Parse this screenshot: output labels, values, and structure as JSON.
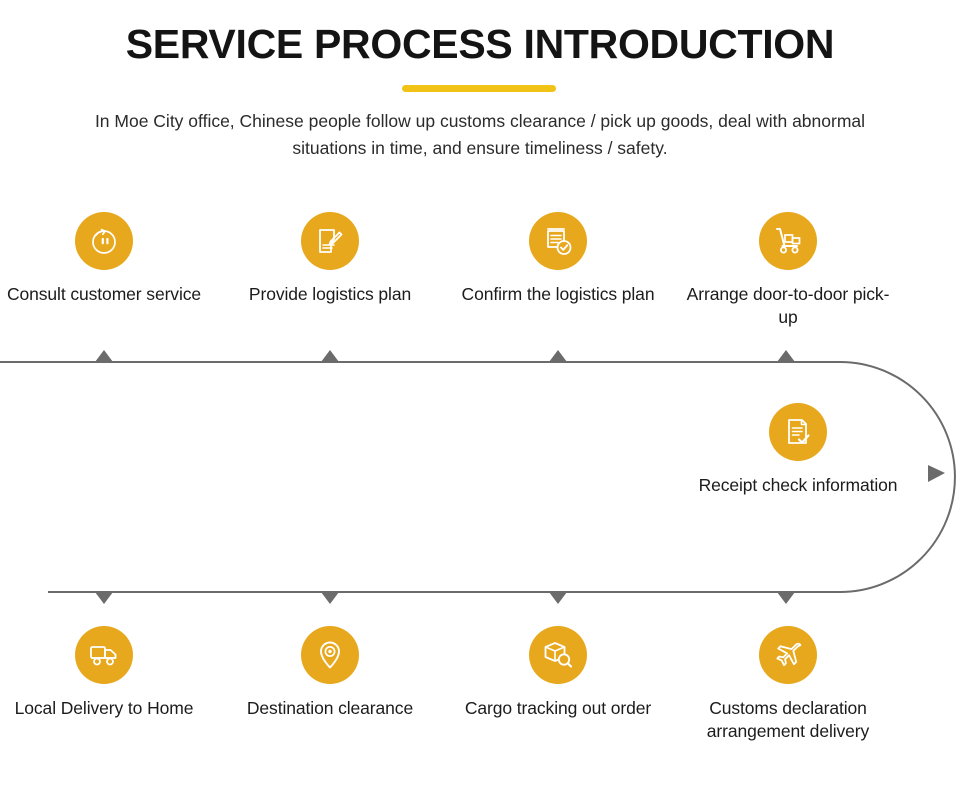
{
  "header": {
    "title": "SERVICE PROCESS INTRODUCTION",
    "subtitle": "In Moe City office, Chinese people follow up customs clearance / pick up goods, deal with abnormal situations in time, and ensure timeliness / safety."
  },
  "colors": {
    "accent": "#e8a81d",
    "rule": "#f2c317",
    "line": "#6b6b6b",
    "text": "#1c1c1c",
    "background": "#ffffff"
  },
  "flow": {
    "direction": "left-to-right then u-turn right-to-left",
    "top_row": [
      {
        "id": "step-1",
        "icon": "customer-service-icon",
        "label": "Consult customer service"
      },
      {
        "id": "step-2",
        "icon": "document-pen-icon",
        "label": "Provide logistics plan"
      },
      {
        "id": "step-3",
        "icon": "clipboard-check-icon",
        "label": "Confirm the logistics plan"
      },
      {
        "id": "step-4",
        "icon": "hand-truck-icon",
        "label": "Arrange door-to-door pick-up"
      }
    ],
    "mid_row": [
      {
        "id": "step-5",
        "icon": "receipt-check-icon",
        "label": "Receipt check information"
      }
    ],
    "bottom_row": [
      {
        "id": "step-6",
        "icon": "delivery-truck-icon",
        "label": "Local Delivery to Home"
      },
      {
        "id": "step-7",
        "icon": "map-pin-icon",
        "label": "Destination clearance"
      },
      {
        "id": "step-8",
        "icon": "box-search-icon",
        "label": "Cargo tracking out order"
      },
      {
        "id": "step-9",
        "icon": "airplane-icon",
        "label": "Customs declaration arrangement delivery"
      }
    ]
  }
}
